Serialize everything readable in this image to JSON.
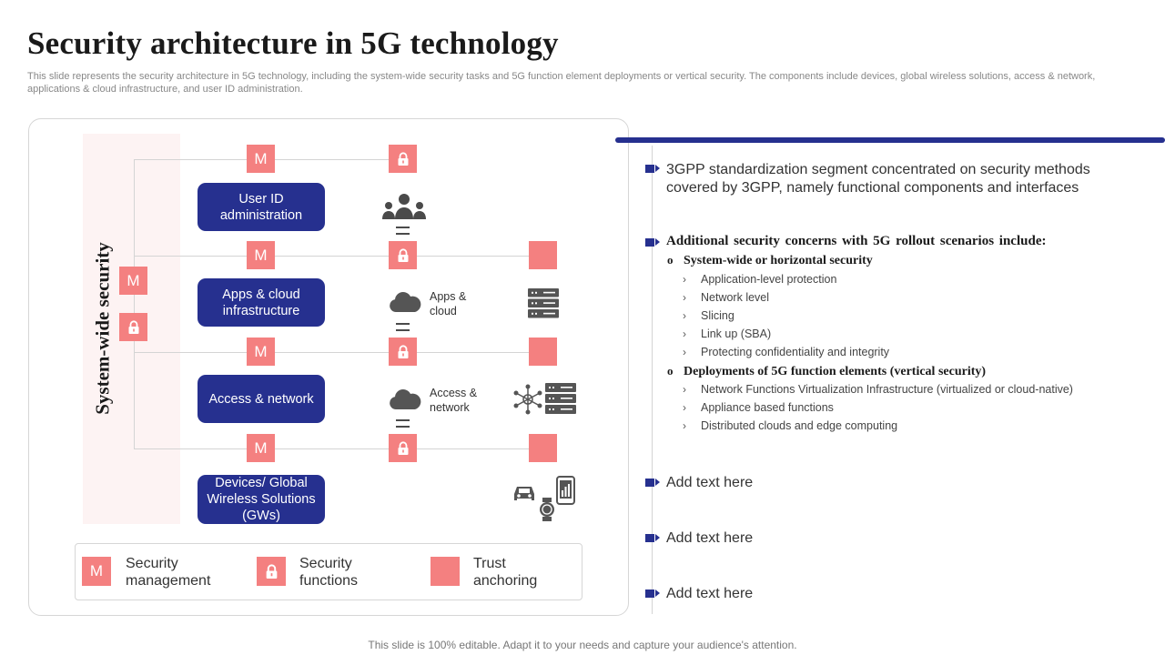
{
  "slide": {
    "title": "Security architecture in 5G technology",
    "subtitle": "This slide represents the security architecture in 5G technology, including the system-wide security tasks and 5G function element deployments or vertical security. The components include devices, global wireless solutions, access & network, applications & cloud infrastructure, and user ID administration.",
    "footer": "This slide is 100% editable. Adapt it to your needs and capture your audience's attention."
  },
  "diagram": {
    "system_wide_label": "System-wide security",
    "mgmt_glyph": "M",
    "layers": [
      {
        "label": "User ID administration",
        "icon": "users-icon"
      },
      {
        "label": "Apps & cloud infrastructure",
        "icon": "cloud-icon",
        "side_icon": "server-icon",
        "side_label": "Apps & cloud"
      },
      {
        "label": "Access & network",
        "icon": "cloud-icon",
        "side_icon": "network-server-icon",
        "side_label": "Access & network"
      },
      {
        "label": "Devices/ Global Wireless Solutions (GWs)",
        "icon": "devices-icon"
      }
    ],
    "legend": [
      {
        "label": "Security management",
        "glyph": "M"
      },
      {
        "label": "Security functions",
        "icon": "lock-icon"
      },
      {
        "label": "Trust anchoring"
      }
    ]
  },
  "details": {
    "intro": "3GPP standardization segment concentrated on security methods covered by 3GPP, namely functional components and interfaces",
    "concerns_heading": "Additional security concerns with 5G rollout scenarios include:",
    "groups": [
      {
        "title": "System-wide or horizontal security",
        "items": [
          "Application-level protection",
          "Network level",
          "Slicing",
          "Link up (SBA)",
          "Protecting confidentiality and integrity"
        ]
      },
      {
        "title": "Deployments of 5G function elements (vertical security)",
        "items": [
          "Network Functions Virtualization Infrastructure (virtualized or cloud-native)",
          "Appliance based functions",
          "Distributed clouds and edge computing"
        ]
      }
    ],
    "placeholders": [
      "Add text here",
      "Add text here",
      "Add text here"
    ]
  },
  "colors": {
    "navy": "#26308f",
    "salmon": "#f48080",
    "band": "#fdf3f3"
  }
}
